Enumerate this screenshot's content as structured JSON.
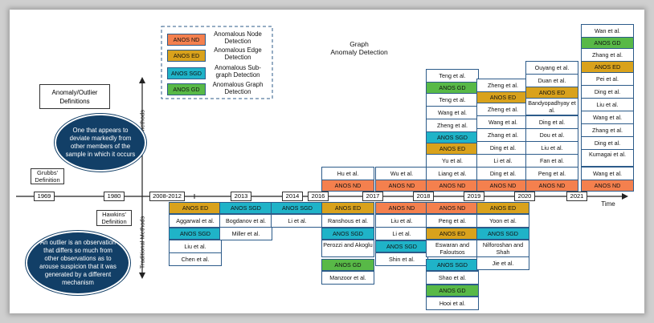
{
  "title": {
    "line1": "Graph",
    "line2": "Anomaly Detection"
  },
  "definitions_box": {
    "line1": "Anomaly/Outlier",
    "line2": "Definitions"
  },
  "legend": {
    "items": [
      {
        "tag": "ANOS ND",
        "label": "Anomalous Node Detection",
        "color": "#f4804e"
      },
      {
        "tag": "ANOS ED",
        "label": "Anomalous Edge Detection",
        "color": "#d9a21c"
      },
      {
        "tag": "ANOS SGD",
        "label": "Anomalous Sub-graph Detection",
        "color": "#1fb3c8"
      },
      {
        "tag": "ANOS GD",
        "label": "Anomalous Graph Detection",
        "color": "#58b947"
      }
    ]
  },
  "axis": {
    "deep": "Deep Methods",
    "traditional": "Traditional Methods",
    "time": "Time"
  },
  "years": [
    "1969",
    "1980",
    "2008-2012",
    "2013",
    "2014",
    "2016",
    "2017",
    "2018",
    "2019",
    "2020",
    "2021"
  ],
  "grubbs": {
    "name": "Grubbs'",
    "name2": "Definition",
    "quote": "One that appears to deviate markedly from other members of the sample in which it occurs"
  },
  "hawkins": {
    "name": "Hawkins'",
    "name2": "Definition",
    "quote": "An outlier is an observation that differs so much from other observations as to arouse suspicion that it was generated by a different mechanism"
  },
  "deep": {
    "2016": {
      "tag": "ANOS ND",
      "items": [
        "Hu et al."
      ]
    },
    "2017": {
      "tag": "ANOS ND",
      "items": [
        "Wu et al."
      ]
    },
    "2018_nd": {
      "tag": "ANOS ND",
      "items": [
        "Liang et al.",
        "Yu et al."
      ]
    },
    "2018_ed": {
      "tag": "ANOS ED",
      "items": []
    },
    "2018_sgd": {
      "tag": "ANOS SGD",
      "items": [
        "Zheng et al.",
        "Wang et al.",
        "Teng et al."
      ]
    },
    "2018_gd": {
      "tag": "ANOS GD",
      "items": [
        "Teng et al."
      ]
    },
    "2019_nd": {
      "tag": "ANOS ND",
      "items": [
        "Ding et al.",
        "Li et al.",
        "Ding et al.",
        "Zhang et al.",
        "Wang et al.",
        "Zheng et al."
      ]
    },
    "2019_ed": {
      "tag": "ANOS ED",
      "items": [
        "Zheng et al."
      ]
    },
    "2020_nd": {
      "tag": "ANOS ND",
      "items": [
        "Peng et al.",
        "Fan et al.",
        "Liu et al.",
        "Dou et al.",
        "Ding et al.",
        "Bandyopadhyay et al."
      ]
    },
    "2020_ed": {
      "tag": "ANOS ED",
      "items": [
        "Duan et al.",
        "Ouyang et al."
      ]
    },
    "2021_nd": {
      "tag": "ANOS ND",
      "items": [
        "Wang et al.",
        "Kumagai et al.",
        "Ding et al.",
        "Zhang et al.",
        "Wang et al.",
        "Liu et al.",
        "Ding et al.",
        "Pei et al."
      ]
    },
    "2021_ed": {
      "tag": "ANOS ED",
      "items": [
        "Zhang et al."
      ]
    },
    "2021_gd": {
      "tag": "ANOS GD",
      "items": [
        "Wan et al."
      ]
    }
  },
  "trad": {
    "2008_ed": {
      "tag": "ANOS ED",
      "items": [
        "Aggarwal et al."
      ]
    },
    "2008_sgd": {
      "tag": "ANOS SGD",
      "items": [
        "Liu et al.",
        "Chen et al."
      ]
    },
    "2013_sgd": {
      "tag": "ANOS SGD",
      "items": [
        "Bogdanov et al.",
        "Miller et al."
      ]
    },
    "2014_sgd": {
      "tag": "ANOS SGD",
      "items": [
        "Li et al."
      ]
    },
    "2016_ed": {
      "tag": "ANOS ED",
      "items": [
        "Ranshous et al."
      ]
    },
    "2016_sgd": {
      "tag": "ANOS SGD",
      "items": [
        "Perozzi and Akoglu"
      ]
    },
    "2016_gd": {
      "tag": "ANOS GD",
      "items": [
        "Manzoor et al."
      ]
    },
    "2017_nd": {
      "tag": "ANOS ND",
      "items": [
        "Liu et al.",
        "Li et al."
      ]
    },
    "2017_sgd": {
      "tag": "ANOS SGD",
      "items": [
        "Shin et al."
      ]
    },
    "2018_nd": {
      "tag": "ANOS ND",
      "items": [
        "Peng et al."
      ]
    },
    "2018_ed": {
      "tag": "ANOS ED",
      "items": [
        "Eswaran and Faloutsos"
      ]
    },
    "2018_sgd": {
      "tag": "ANOS SGD",
      "items": [
        "Shao et al."
      ]
    },
    "2018_gd": {
      "tag": "ANOS GD",
      "items": [
        "Hooi et al."
      ]
    },
    "2019_ed": {
      "tag": "ANOS ED",
      "items": [
        "Yoon et al."
      ]
    },
    "2019_sgd": {
      "tag": "ANOS SGD",
      "items": [
        "Nilforoshan and Shah",
        "Jie et al."
      ]
    }
  }
}
